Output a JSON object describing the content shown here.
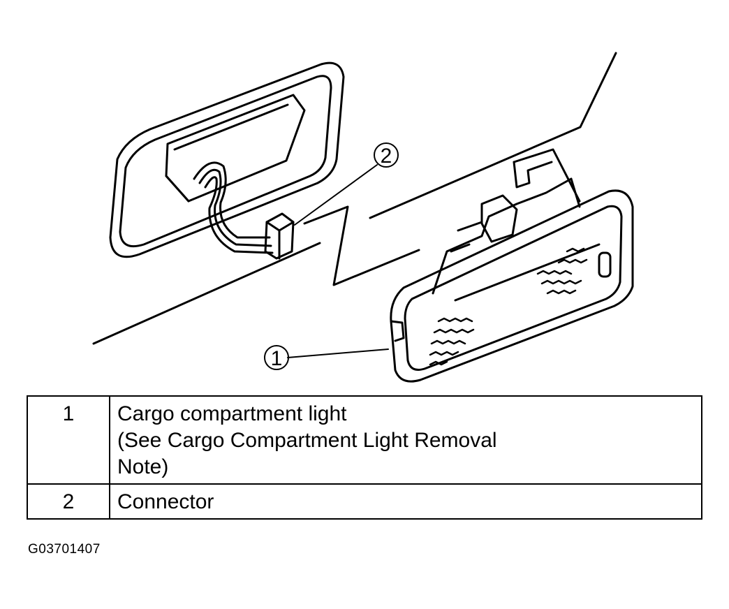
{
  "callouts": [
    {
      "number": "1"
    },
    {
      "number": "2"
    }
  ],
  "legend": [
    {
      "number": "1",
      "lines": [
        "Cargo compartment light",
        "(See Cargo Compartment Light Removal",
        "Note)"
      ]
    },
    {
      "number": "2",
      "lines": [
        "Connector"
      ]
    }
  ],
  "figure_id": "G03701407"
}
